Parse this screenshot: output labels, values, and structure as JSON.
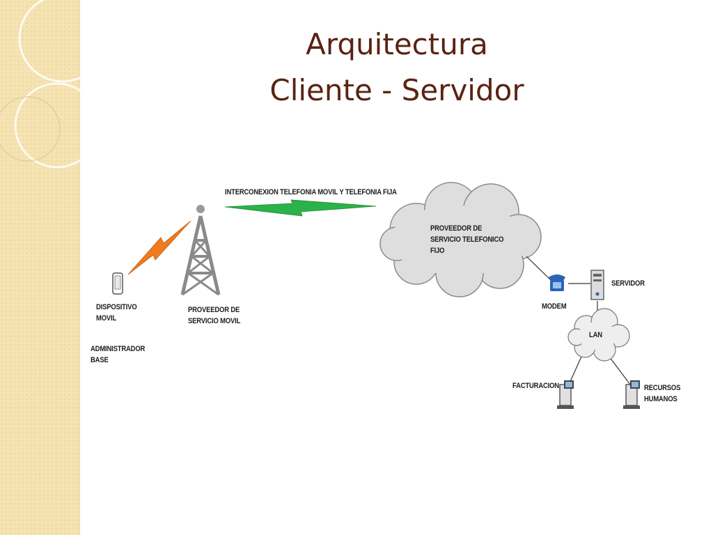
{
  "slide": {
    "title_line1": "Arquitectura",
    "title_line2": "Cliente - Servidor"
  },
  "diagram": {
    "interconnection_label": "INTERCONEXION TELEFONIA MOVIL Y TELEFONIA FIJA",
    "mobile_device_label": "DISPOSITIVO\nMOVIL",
    "base_admin_label": "ADMINISTRADOR\nBASE",
    "mobile_provider_label": "PROVEEDOR DE\nSERVICIO MOVIL",
    "landline_provider_label": "PROVEEDOR DE\nSERVICIO TELEFONICO\nFIJO",
    "modem_label": "MODEM",
    "server_label": "SERVIDOR",
    "lan_label": "LAN",
    "billing_label": "FACTURACION",
    "hr_label": "RECURSOS\nHUMANOS",
    "colors": {
      "title": "#5a2313",
      "mobile_link_bolt": "#f07a1e",
      "interconnection_bolt": "#2bb24a",
      "cloud_fill": "#dedede",
      "modem_icon": "#2a63b8",
      "left_panel": "#f6e3b2"
    }
  }
}
